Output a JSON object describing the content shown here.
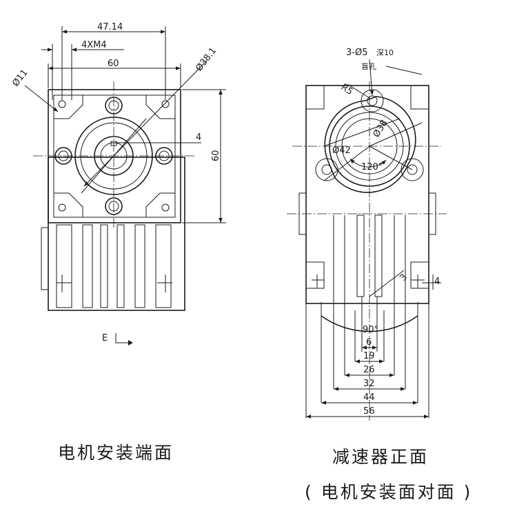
{
  "left_view": {
    "caption": "电机安装端面",
    "dims": {
      "d1": "47.14",
      "d2": "4XM4",
      "d3": "60",
      "d4": "Ø11",
      "d5": "Ø38.1",
      "d6": "4",
      "d7": "60"
    },
    "section_mark": "E"
  },
  "right_view": {
    "caption": "减速器正面",
    "caption2": "( 电机安装面对面 )",
    "hole_note": "3-Ø5",
    "hole_depth": "深10",
    "blind_hole": "盲孔",
    "dims": {
      "r5": "R5",
      "d38": "Ø38",
      "d42": "Ø42",
      "a120": "120°",
      "a90": "90°",
      "w6": "6",
      "w19": "19",
      "w26": "26",
      "w32": "32",
      "w44": "44",
      "w56": "56",
      "s3": "3",
      "s4": "4"
    }
  }
}
